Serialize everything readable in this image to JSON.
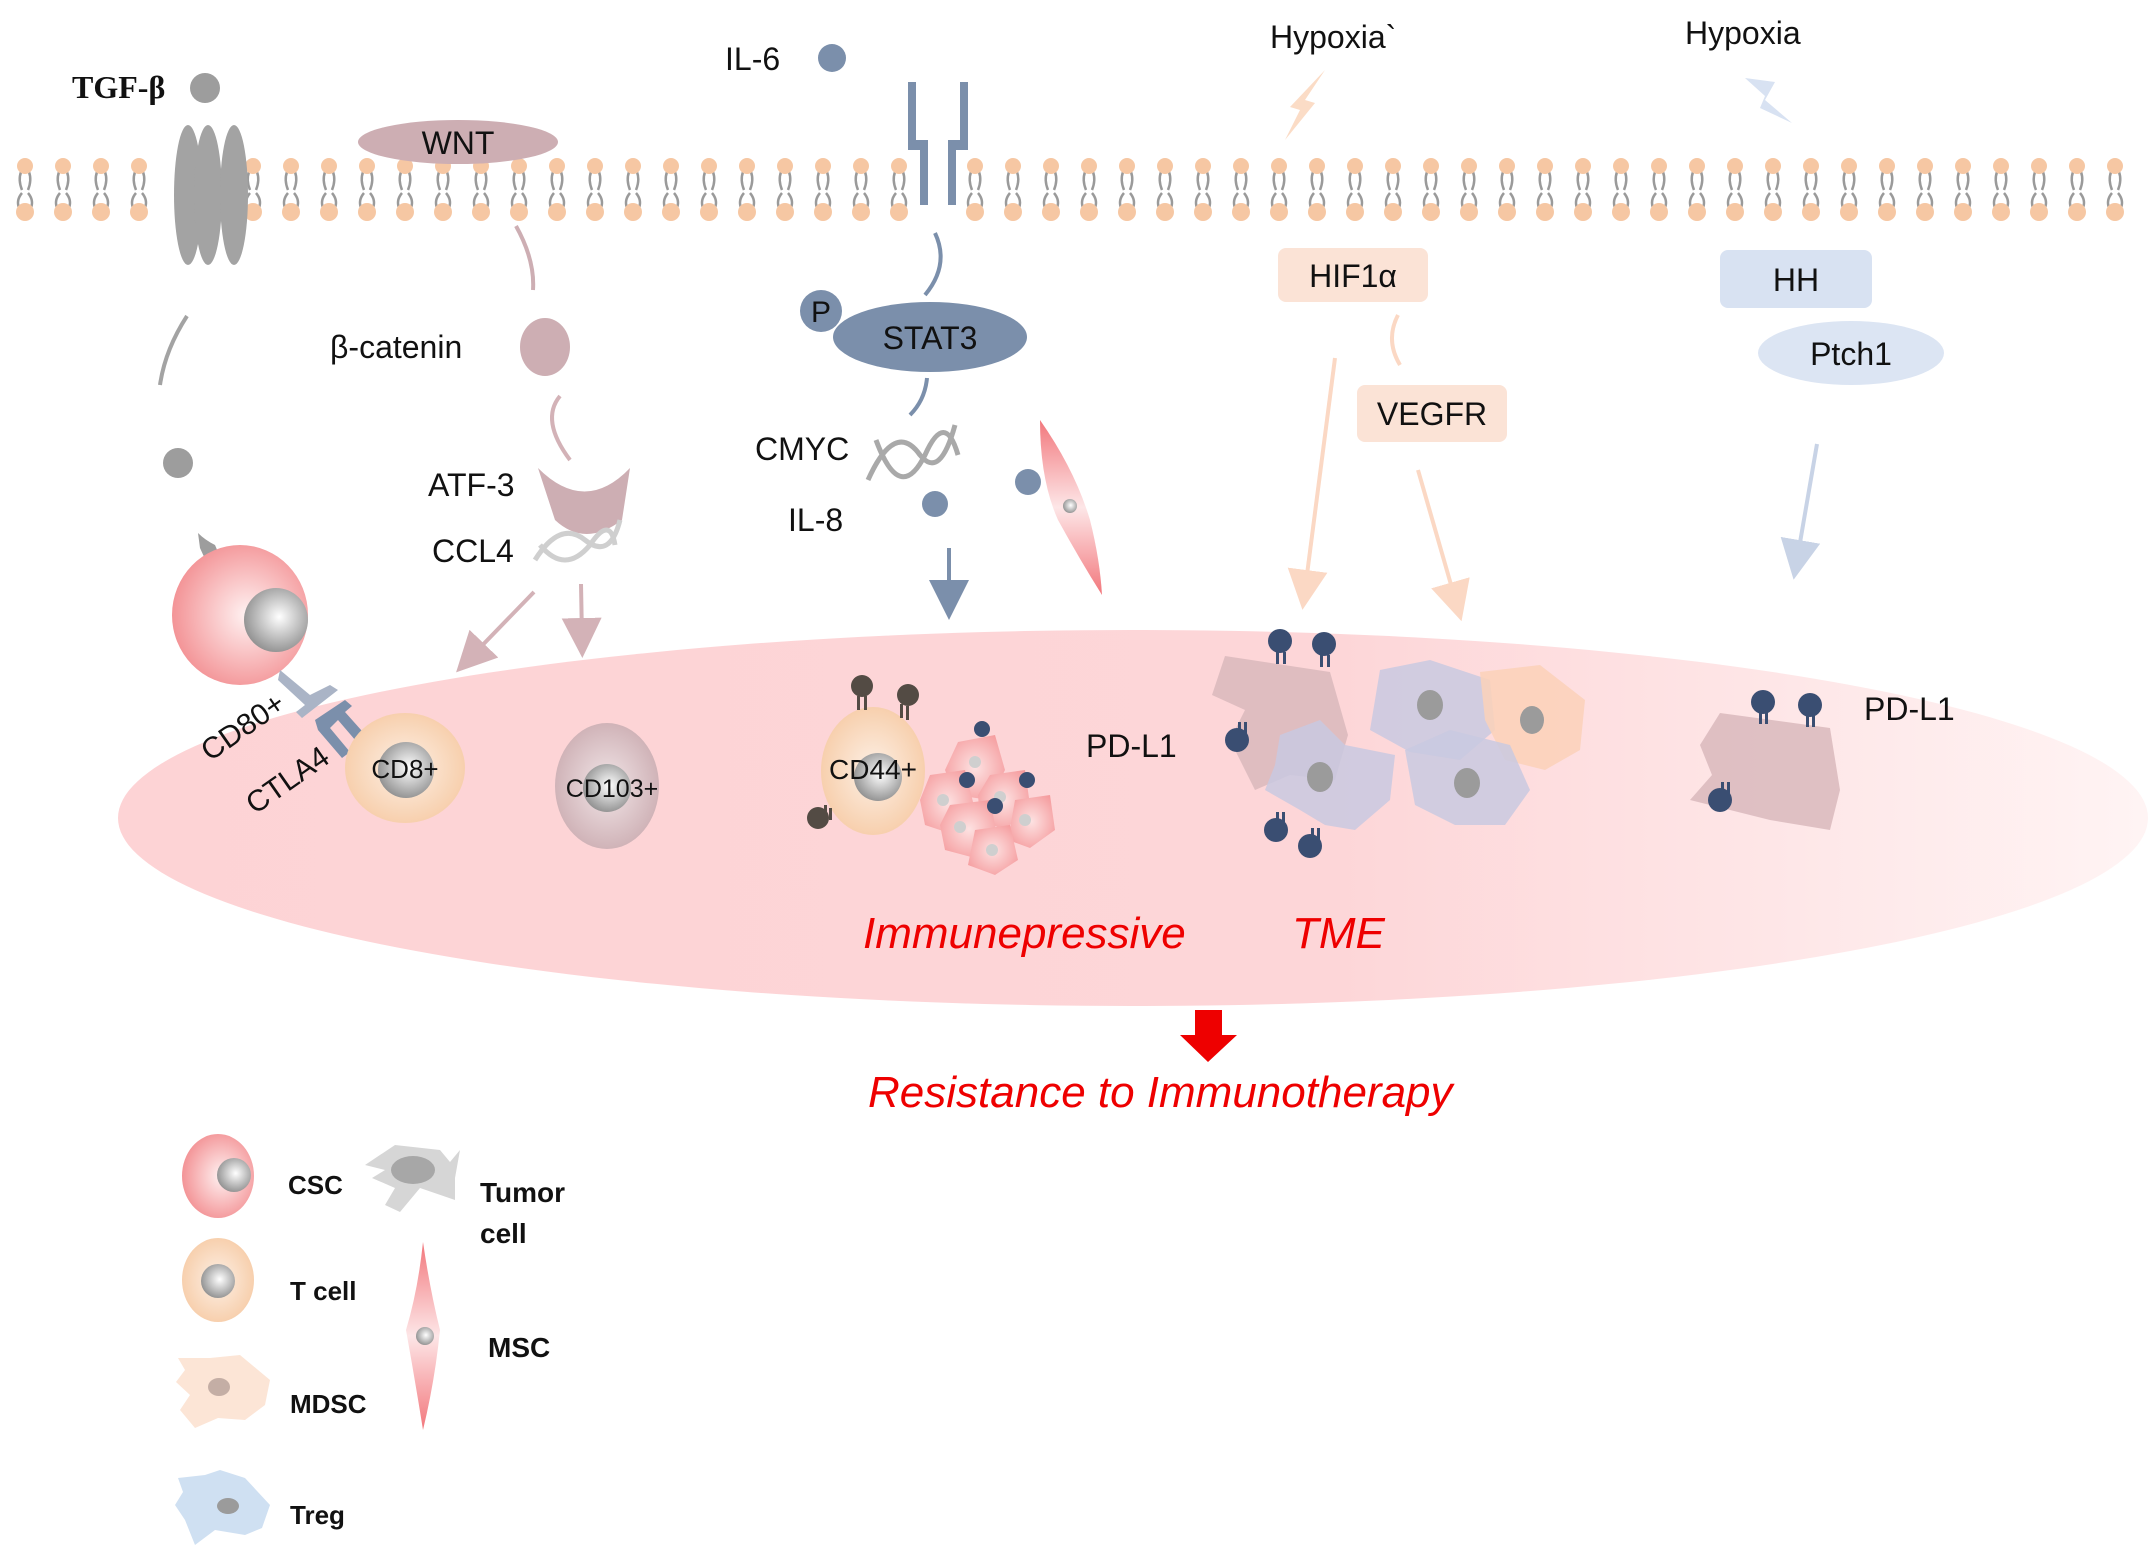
{
  "labels": {
    "tgf_beta": "TGF-β",
    "wnt": "WNT",
    "beta_catenin": "β-catenin",
    "atf3": "ATF-3",
    "ccl4": "CCL4",
    "il6": "IL-6",
    "p": "P",
    "stat3": "STAT3",
    "cmyc": "CMYC",
    "il8": "IL-8",
    "hypoxia_1": "Hypoxia`",
    "hypoxia_2": "Hypoxia",
    "hif1a": "HIF1α",
    "vegfr": "VEGFR",
    "hh": "HH",
    "ptch1": "Ptch1",
    "cd80": "CD80+",
    "ctla4": "CTLA4",
    "cd8": "CD8+",
    "cd103": "CD103+",
    "cd44": "CD44+",
    "pdl1_center": "PD-L1",
    "pdl1_right": "PD-L1"
  },
  "tme": {
    "title_part1": "Immunepressive",
    "title_part2": "TME",
    "outcome": "Resistance to Immunotherapy"
  },
  "legend": {
    "items": [
      {
        "icon": "csc-cell-icon",
        "label": "CSC"
      },
      {
        "icon": "t-cell-icon",
        "label": "T cell"
      },
      {
        "icon": "mdsc-cell-icon",
        "label": "MDSC"
      },
      {
        "icon": "treg-cell-icon",
        "label": "Treg"
      },
      {
        "icon": "tumor-cell-icon",
        "label_line1": "Tumor",
        "label_line2": "cell"
      },
      {
        "icon": "msc-cell-icon",
        "label": "MSC"
      }
    ]
  },
  "colors": {
    "membrane_head": "#f6c7a3",
    "membrane_tail": "#9a9a9a",
    "tgf_gray": "#9d9d9d",
    "wnt_mauve": "#cdaeb3",
    "stat3_blue": "#7b8fab",
    "hif_peach": "#fbe3d6",
    "hh_blue": "#d8e2f2",
    "tme_pink": "#fdd3d5",
    "alert_red": "#ee0000",
    "pdl1_navy": "#3a4e72"
  }
}
